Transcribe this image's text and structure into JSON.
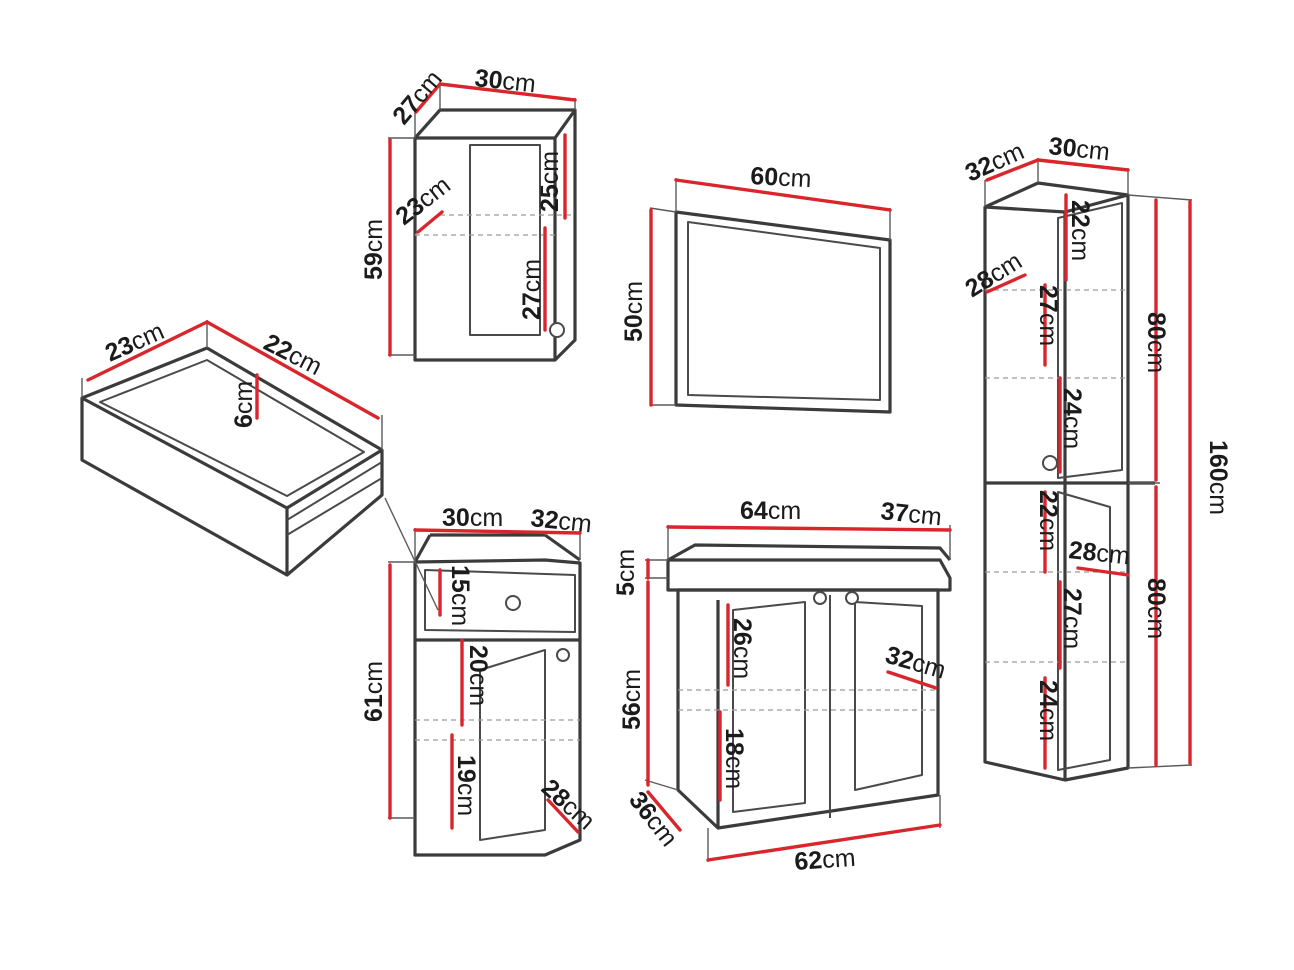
{
  "colors": {
    "dimension": "#d9262c",
    "outline": "#3b3b3b",
    "hidden": "#9a9a9a"
  },
  "unit": "cm",
  "items": {
    "wall_cabinet": {
      "width": "30",
      "depth": "27",
      "height": "59",
      "upper_shelf": "25",
      "lower_shelf": "27",
      "inner_depth": "23"
    },
    "drawer": {
      "width": "23",
      "depth": "22",
      "height": "6"
    },
    "mirror": {
      "width": "60",
      "height": "50"
    },
    "tall_cabinet": {
      "width": "30",
      "depth": "32",
      "inner_depth": "28",
      "height_total": "160",
      "height_upper": "80",
      "height_lower": "80",
      "upper_shelf_1": "22",
      "upper_shelf_2": "27",
      "upper_shelf_3": "24",
      "lower_shelf_1": "22",
      "lower_shelf_2": "27",
      "lower_shelf_3": "24",
      "lower_inner_depth": "28"
    },
    "small_base_cabinet": {
      "width": "30",
      "depth": "32",
      "height": "61",
      "drawer_height": "15",
      "middle_shelf": "20",
      "lower_shelf": "19",
      "inner_depth": "28"
    },
    "vanity_cabinet": {
      "top_width": "64",
      "top_depth": "37",
      "top_height": "5",
      "body_height": "56",
      "body_width": "62",
      "body_depth": "36",
      "upper_shelf": "26",
      "lower_shelf": "18",
      "inner_depth": "32"
    }
  }
}
